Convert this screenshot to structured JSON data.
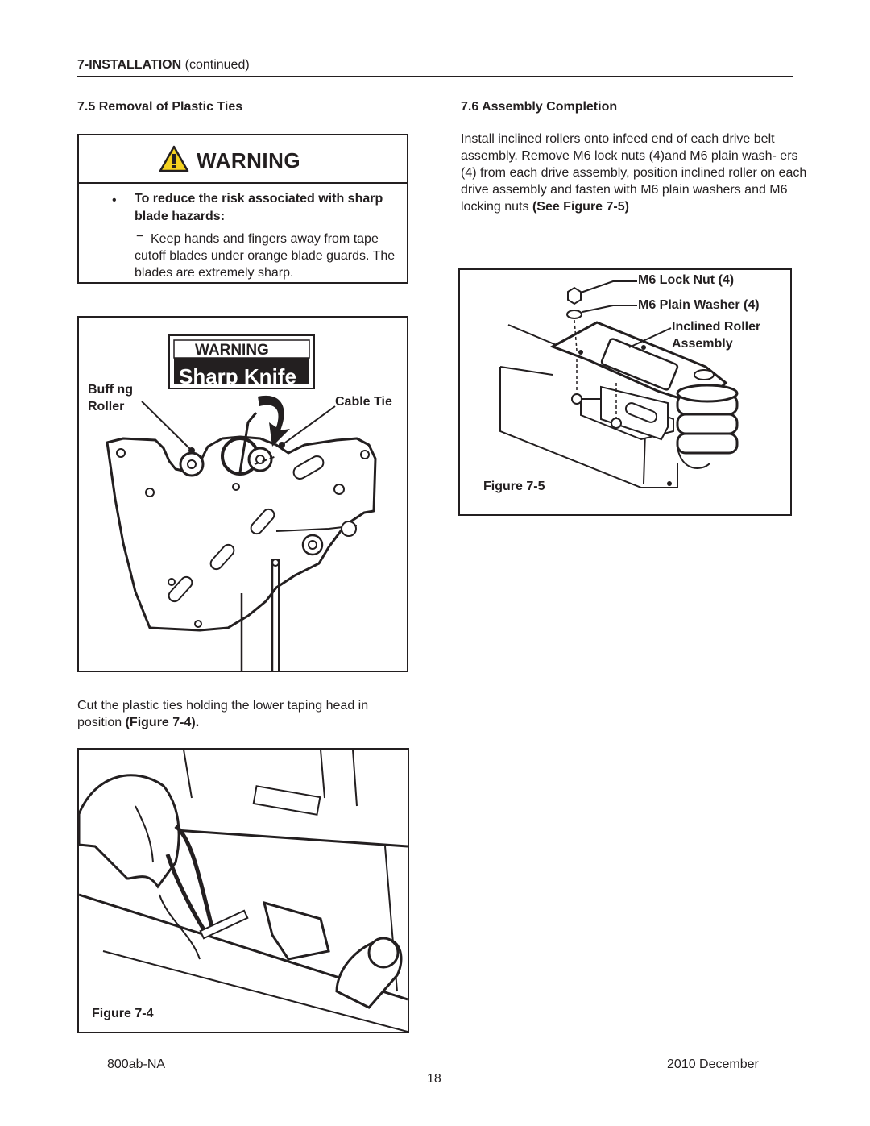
{
  "header": {
    "section": "7-INSTALLATION",
    "continued": "(continued)"
  },
  "left": {
    "heading": "7.5  Removal of Plastic Ties",
    "warning": {
      "title": "WARNING",
      "bullet": "To reduce the risk associated with sharp blade hazards:",
      "dash": "−",
      "detail": "Keep hands and fingers away from tape cutoff blades under orange blade guards. The blades are extremely sharp."
    },
    "figure_top": {
      "label_warning_sign": "WARNING",
      "label_sign_text": "Sharp Knife",
      "label_buffing": "Buff ng",
      "label_roller": "Roller",
      "label_cable_tie": "Cable Tie"
    },
    "paragraph": "Cut the plastic ties holding the lower taping head in position ",
    "paragraph_ref": "(Figure 7-4).",
    "figure_bottom_caption": "Figure 7-4"
  },
  "right": {
    "heading": "7.6  Assembly Completion",
    "paragraph": "Install inclined rollers onto infeed end of each drive belt assembly.  Remove M6 lock nuts (4)and M6 plain wash- ers (4) from each drive assembly, position inclined roller on each drive assembly and fasten with M6 plain washers and M6 locking nuts ",
    "paragraph_ref": "(See Figure 7-5)",
    "figure": {
      "label_locknut": "M6 Lock Nut (4)",
      "label_washer": "M6 Plain Washer (4)",
      "label_roller1": "Inclined Roller",
      "label_roller2": "Assembly",
      "caption": "Figure 7-5"
    }
  },
  "footer": {
    "left": "800ab-NA",
    "page": "18",
    "right": "2010 December"
  },
  "colors": {
    "warning_yellow": "#f4d21f",
    "ink": "#231f20"
  }
}
